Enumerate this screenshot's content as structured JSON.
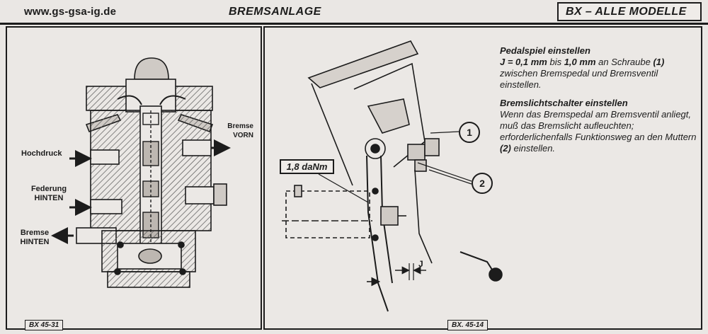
{
  "header": {
    "site": "www.gs-gsa-ig.de",
    "section": "BREMSANLAGE",
    "model": "BX – ALLE MODELLE"
  },
  "left_figure": {
    "code": "BX 45-31",
    "labels": {
      "bremse_vorn": [
        "Bremse",
        "VORN"
      ],
      "hochdruck": "Hochdruck",
      "federung_hinten": [
        "Federung",
        "HINTEN"
      ],
      "bremse_hinten": [
        "Bremse",
        "HINTEN"
      ]
    }
  },
  "right_figure": {
    "code": "BX. 45-14",
    "force": "1,8 daNm",
    "gap_label": "J",
    "callouts": [
      "1",
      "2"
    ]
  },
  "text": {
    "h1": "Pedalspiel einstellen",
    "p1": {
      "j": "J = 0,1 mm",
      "bis": " bis ",
      "max": "1,0 mm",
      "rest": " an Schraube ",
      "ref": "(1)",
      "line2": "zwischen Bremspedal und Bremsventil einstellen."
    },
    "h2": "Bremslichtschalter einstellen",
    "p2": {
      "main": "Wenn das Bremspedal am Bremsventil anliegt, muß das Bremslicht aufleuchten; erforderlichenfalls Funktionsweg an den Muttern ",
      "ref": "(2)",
      "end": " einstellen."
    }
  },
  "colors": {
    "paper": "#eae7e4",
    "ink": "#1c1c1c",
    "hatch": "#555555"
  }
}
